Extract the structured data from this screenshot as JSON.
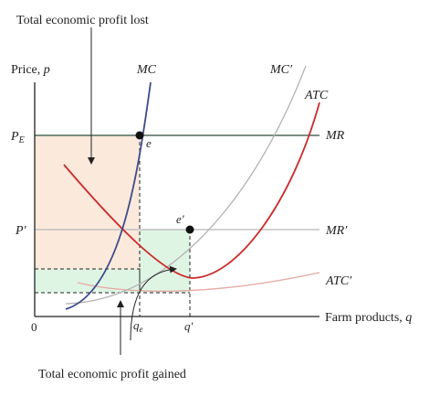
{
  "diagram": {
    "annotations": {
      "lost": "Total economic profit lost",
      "gained": "Total economic profit gained"
    },
    "axes": {
      "y_label_word": "Price, ",
      "y_label_var": "p",
      "x_label_word": "Farm products, ",
      "x_label_var": "q",
      "origin": "0"
    },
    "price_levels": {
      "pe_base": "P",
      "pe_sub": "E",
      "p_prime": "P′"
    },
    "quantities": {
      "qe_base": "q",
      "qe_sub": "e",
      "q_prime": "q′"
    },
    "points": {
      "e": "e",
      "e_prime": "e′"
    },
    "curves": {
      "mc": "MC",
      "mc_prime": "MC′",
      "atc": "ATC",
      "atc_prime": "ATC′",
      "mr": "MR",
      "mr_prime": "MR′"
    },
    "colors": {
      "profit_lost_fill": "#fbe9dc",
      "profit_gained_fill": "#dff5e4",
      "mc": "#3d4a8a",
      "mc_prime": "#b3b3b3",
      "atc": "#cc2a2a",
      "atc_prime": "#e6a8a3",
      "mr": "#4d6b5c",
      "mr_prime": "#b8b8b8",
      "axis": "#222222"
    }
  }
}
